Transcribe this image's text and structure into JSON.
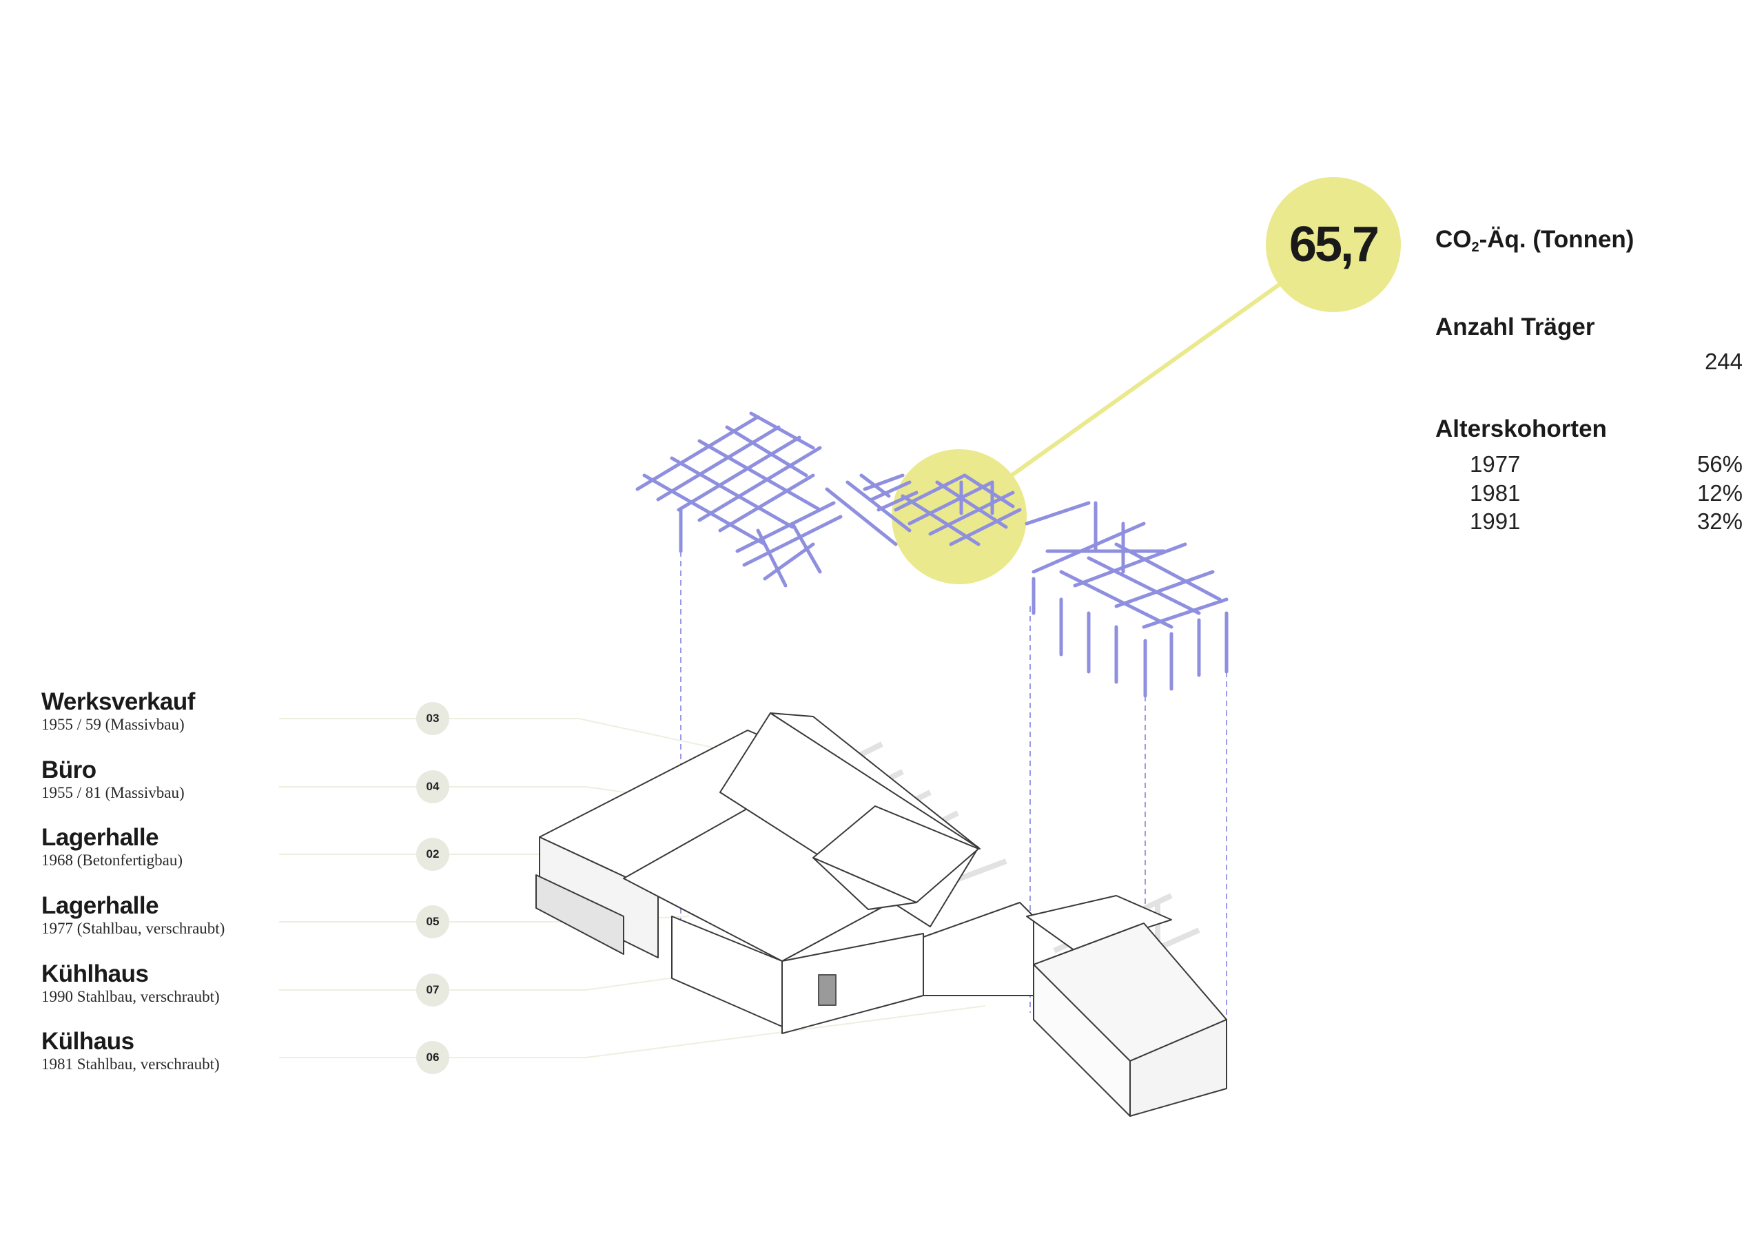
{
  "stat": {
    "value": "65,7",
    "co2_prefix": "CO",
    "co2_subscript": "2",
    "co2_suffix": "-Äq. (Tonnen)"
  },
  "beams": {
    "label": "Anzahl Träger",
    "count": "244"
  },
  "cohorts": {
    "label": "Alterskohorten",
    "rows": [
      {
        "year": "1977",
        "share": "56%"
      },
      {
        "year": "1981",
        "share": "12%"
      },
      {
        "year": "1991",
        "share": "32%"
      }
    ]
  },
  "buildings": [
    {
      "name": "Werksverkauf",
      "detail": "1955 / 59 (Massivbau)",
      "badge": "03"
    },
    {
      "name": "Büro",
      "detail": "1955 / 81 (Massivbau)",
      "badge": "04"
    },
    {
      "name": "Lagerhalle",
      "detail": "1968 (Betonfertigbau)",
      "badge": "02"
    },
    {
      "name": "Lagerhalle",
      "detail": "1977 (Stahlbau, verschraubt)",
      "badge": "05"
    },
    {
      "name": "Kühlhaus",
      "detail": "1990 Stahlbau, verschraubt)",
      "badge": "07"
    },
    {
      "name": "Külhaus",
      "detail": "1981 Stahlbau, verschraubt)",
      "badge": "06"
    }
  ],
  "colors": {
    "highlight": "#ebe98e",
    "structure": "#8f8fe0",
    "badge": "#e8e9df",
    "outline": "#3a3a3a",
    "ghost": "#d6d6d6"
  }
}
